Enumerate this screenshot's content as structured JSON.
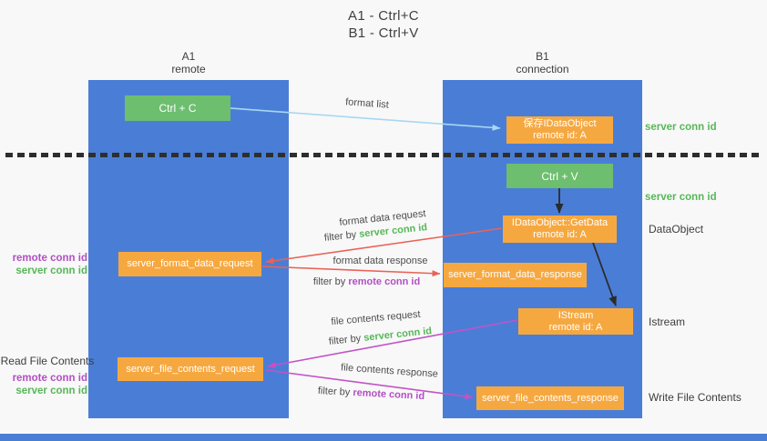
{
  "title": {
    "line1": "A1 - Ctrl+C",
    "line2": "B1 - Ctrl+V"
  },
  "columns": {
    "a1": {
      "name": "A1",
      "subtitle": "remote"
    },
    "b1": {
      "name": "B1",
      "subtitle": "connection"
    }
  },
  "boxes": {
    "ctrl_c": {
      "label": "Ctrl + C"
    },
    "ctrl_v": {
      "label": "Ctrl + V"
    },
    "save_idataobject": {
      "line1": "保存IDataObject",
      "line2": "remote id: A"
    },
    "idataobject_getdata": {
      "line1": "IDataObject::GetData",
      "line2": "remote id: A"
    },
    "istream": {
      "line1": "IStream",
      "line2": "remote id: A"
    },
    "server_format_data_request": {
      "label": "server_format_data_request"
    },
    "server_format_data_response": {
      "label": "server_format_data_response"
    },
    "server_file_contents_request": {
      "label": "server_file_contents_request"
    },
    "server_file_contents_response": {
      "label": "server_file_contents_response"
    }
  },
  "conn_ids": {
    "remote": "remote conn id",
    "server": "server conn id"
  },
  "side_labels": {
    "dataobject": "DataObject",
    "istream": "Istream",
    "read_file_contents": "Read File Contents",
    "write_file_contents": "Write File Contents"
  },
  "arrow_labels": {
    "format_list": "format list",
    "format_data_request": "format data request",
    "format_data_response": "format data response",
    "file_contents_request": "file contents request",
    "file_contents_response": "file contents response",
    "filter_by": "filter by"
  },
  "colors": {
    "lifeline_blue": "#4a7ed6",
    "box_green": "#6dbe6e",
    "box_orange": "#f6a840",
    "arrow_light_blue": "#a8d7f2",
    "arrow_red": "#e96358",
    "arrow_magenta": "#c253c7",
    "arrow_black": "#2b2b2b",
    "label_green": "#57b758",
    "label_purple": "#b24fc4",
    "divider_black": "#2e2e2e"
  }
}
